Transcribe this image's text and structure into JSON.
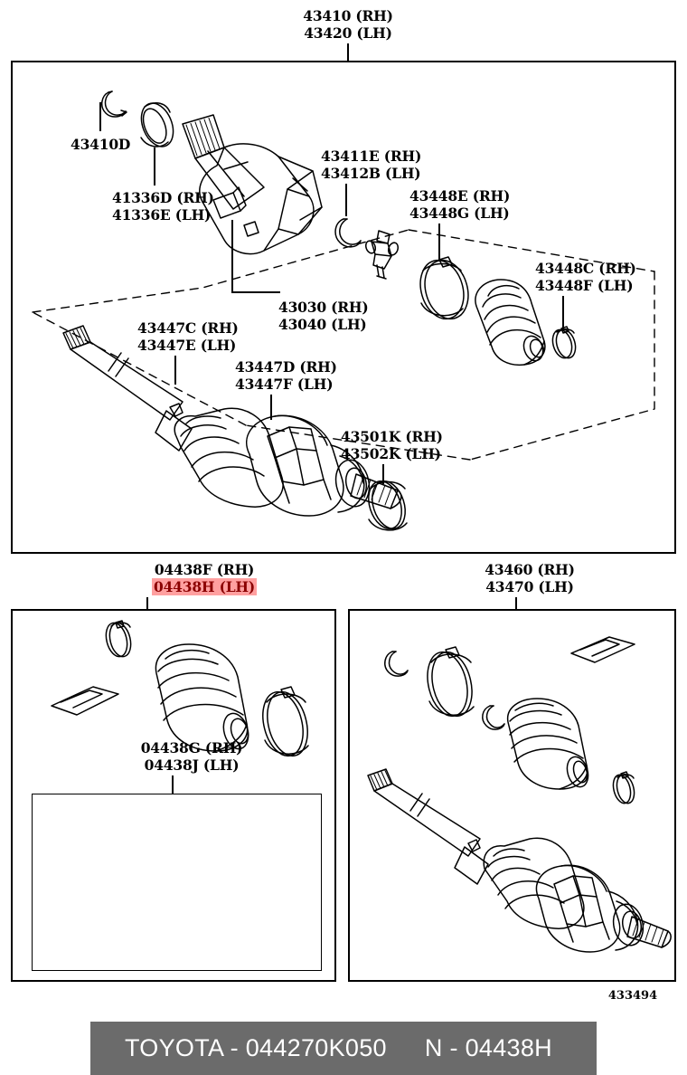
{
  "figure": {
    "number": "433494",
    "diagram_title": "Toyota front drive shaft exploded parts diagram"
  },
  "footer": {
    "brand_part": "TOYOTA - 044270K050",
    "reference": "N - 04438H"
  },
  "colors": {
    "highlight_background": "#ffa0a0",
    "highlight_text": "#8b0000",
    "line": "#000000",
    "footer_background": "#6b6b6b",
    "footer_text": "#ffffff"
  },
  "panels": {
    "main": {
      "name": "front-drive-shaft-assembly",
      "title": {
        "rh": "43410 (RH)",
        "lh": "43420 (LH)"
      },
      "labels": [
        {
          "id": "snap-ring",
          "lines": [
            "43410D"
          ]
        },
        {
          "id": "oil-seal",
          "lines": [
            "41336D (RH)",
            "41336E (LH)"
          ]
        },
        {
          "id": "inboard-snap-ring",
          "lines": [
            "43411E (RH)",
            "43412B (LH)"
          ]
        },
        {
          "id": "boot-clamp-large",
          "lines": [
            "43448E (RH)",
            "43448G (LH)"
          ]
        },
        {
          "id": "boot-clamp-small",
          "lines": [
            "43448C (RH)",
            "43448F (LH)"
          ]
        },
        {
          "id": "inboard-joint",
          "lines": [
            "43030 (RH)",
            "43040 (LH)"
          ]
        },
        {
          "id": "outboard-clamp-small",
          "lines": [
            "43447C (RH)",
            "43447E (LH)"
          ]
        },
        {
          "id": "outboard-clamp-large",
          "lines": [
            "43447D (RH)",
            "43447F (LH)"
          ]
        },
        {
          "id": "outboard-snap-ring",
          "lines": [
            "43501K (RH)",
            "43502K (LH)"
          ]
        }
      ]
    },
    "boot_kit": {
      "name": "outboard-boot-kit",
      "title": {
        "rh": "04438F (RH)",
        "lh": "04438H (LH)",
        "highlighted_line": "lh"
      },
      "sub": {
        "name": "inboard-boot-kit",
        "title": {
          "rh": "04438G (RH)",
          "lh": "04438J (LH)"
        }
      }
    },
    "shaft_assembly": {
      "name": "drive-shaft-with-boot-kit",
      "title": {
        "rh": "43460 (RH)",
        "lh": "43470 (LH)"
      }
    }
  }
}
